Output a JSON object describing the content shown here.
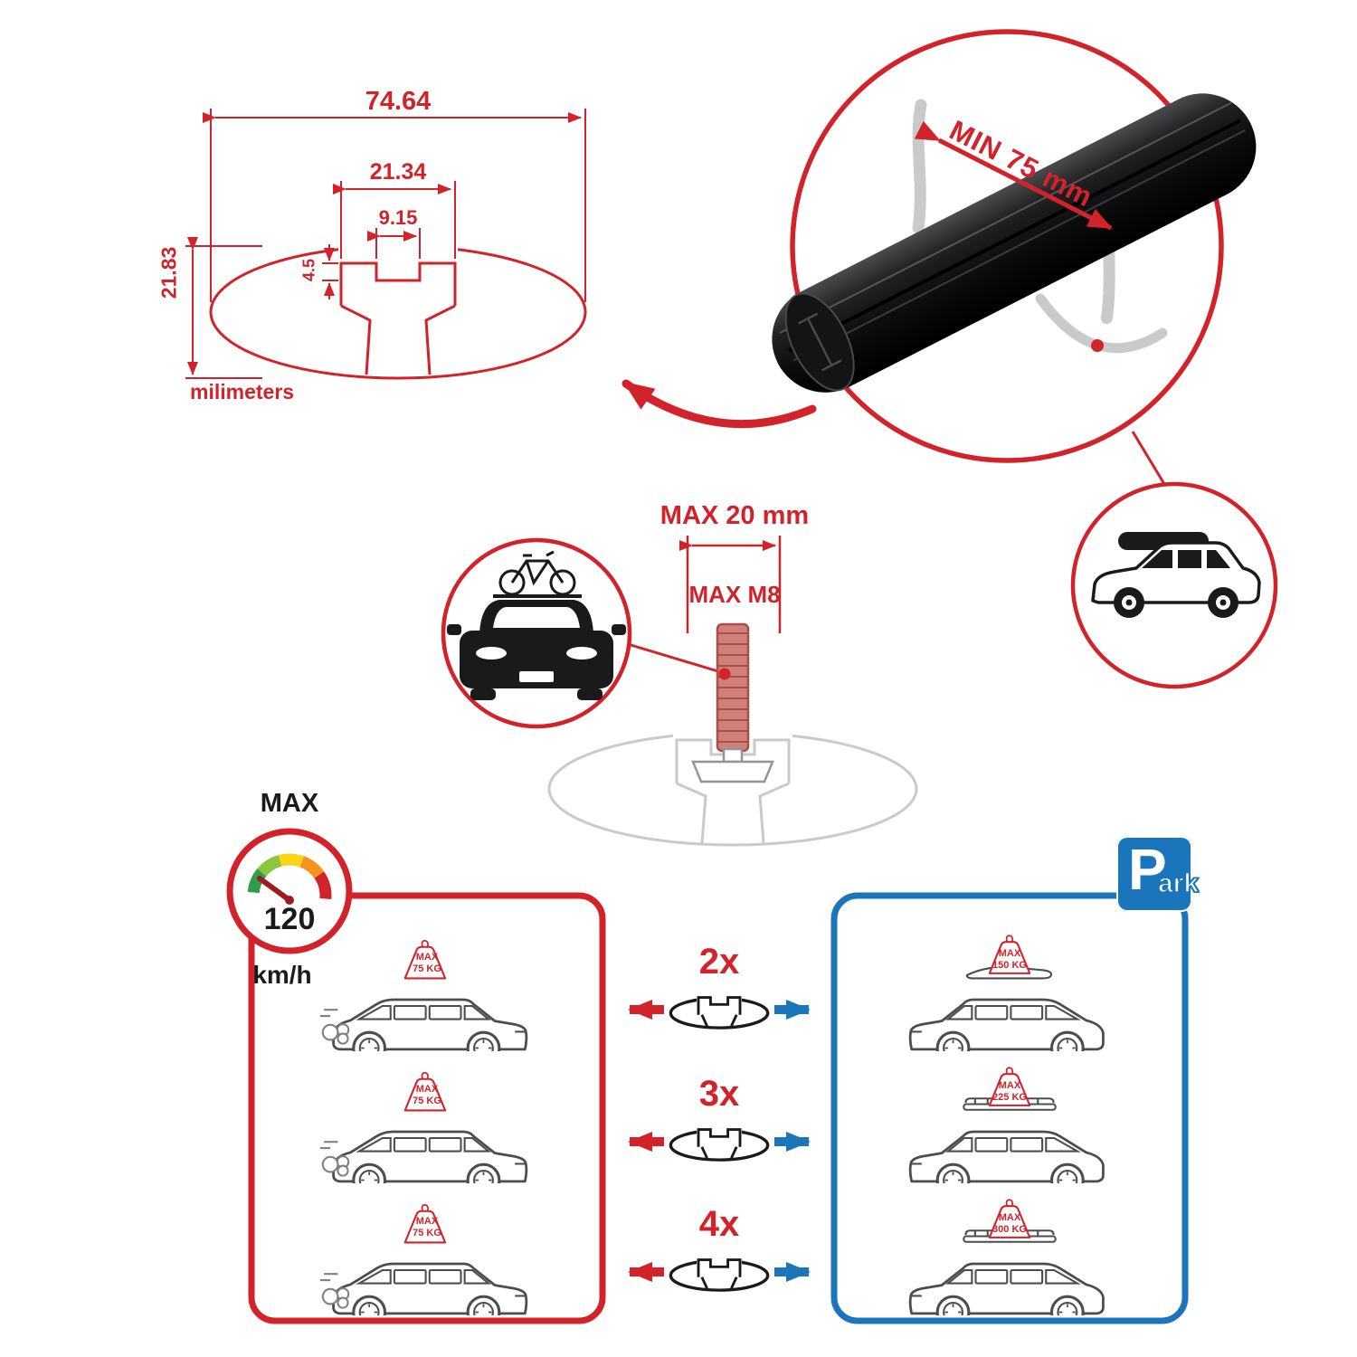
{
  "colors": {
    "red": "#d2232a",
    "blue": "#1b75bb",
    "black": "#1a1a1a",
    "gray_ghost": "#c9cacc"
  },
  "profile_drawing": {
    "dim_total_width": "74.64",
    "dim_channel_width": "21.34",
    "dim_slot_width": "9.15",
    "dim_lip_depth": "4.5",
    "dim_total_height": "21.83",
    "units_label": "milimeters"
  },
  "bar_detail": {
    "min_span_label": "MIN 75 mm"
  },
  "bolt_detail": {
    "max_width_label": "MAX 20 mm",
    "max_thread_label": "MAX M8"
  },
  "speed_limit": {
    "label": "MAX",
    "value": "120",
    "units": "km/h"
  },
  "parking_sign": {
    "letter": "P",
    "suffix": "ark"
  },
  "comparison": {
    "bar_counts": [
      "2x",
      "3x",
      "4x"
    ],
    "moving_cars": [
      {
        "load_label": "MAX",
        "load_value": "75 KG"
      },
      {
        "load_label": "MAX",
        "load_value": "75 KG"
      },
      {
        "load_label": "MAX",
        "load_value": "75 KG"
      }
    ],
    "parked_cars": [
      {
        "load_label": "MAX",
        "load_value": "150 KG"
      },
      {
        "load_label": "MAX",
        "load_value": "225 KG"
      },
      {
        "load_label": "MAX",
        "load_value": "300 KG"
      }
    ]
  }
}
